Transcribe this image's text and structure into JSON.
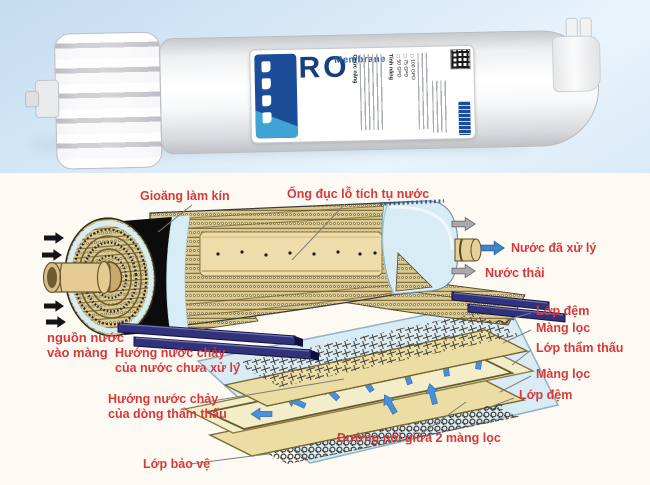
{
  "product": {
    "name_big": "RO",
    "name_sub": "Membrane",
    "label": {
      "section1_title": "Chức năng",
      "section2_title": "Tính năng",
      "options": [
        "50 GPD",
        "75 GPD",
        "100 GPD"
      ]
    }
  },
  "diagram": {
    "labels": {
      "gasket": "Gioăng làm kín",
      "perforated_tube": "Ống đục lỗ tích tụ nước",
      "treated_water": "Nước đã xử lý",
      "waste_water": "Nước thải",
      "cushion_top": "Lớp đệm",
      "membrane_top": "Màng lọc",
      "permeate_layer": "Lớp thẩm thấu",
      "membrane_bottom": "Màng lọc",
      "cushion_bottom": "Lớp đệm",
      "membrane_junction": "Đường nối giữa 2 màng lọc",
      "protective_layer": "Lớp bảo vệ",
      "raw_water_flow": "Hướng nước chảy\ncủa nước chưa xử lý",
      "permeate_flow": "Hướng nước chảy\ncủa dòng thẩm thấu",
      "feed_source": "nguồn nước\nvào màng"
    },
    "colors": {
      "label_red": "#d7393b",
      "membrane_tan": "#e8d7a0",
      "casing_blue": "#d7ecf4",
      "arrow_blue": "#4a90d9",
      "rod_navy": "#34347c"
    }
  }
}
